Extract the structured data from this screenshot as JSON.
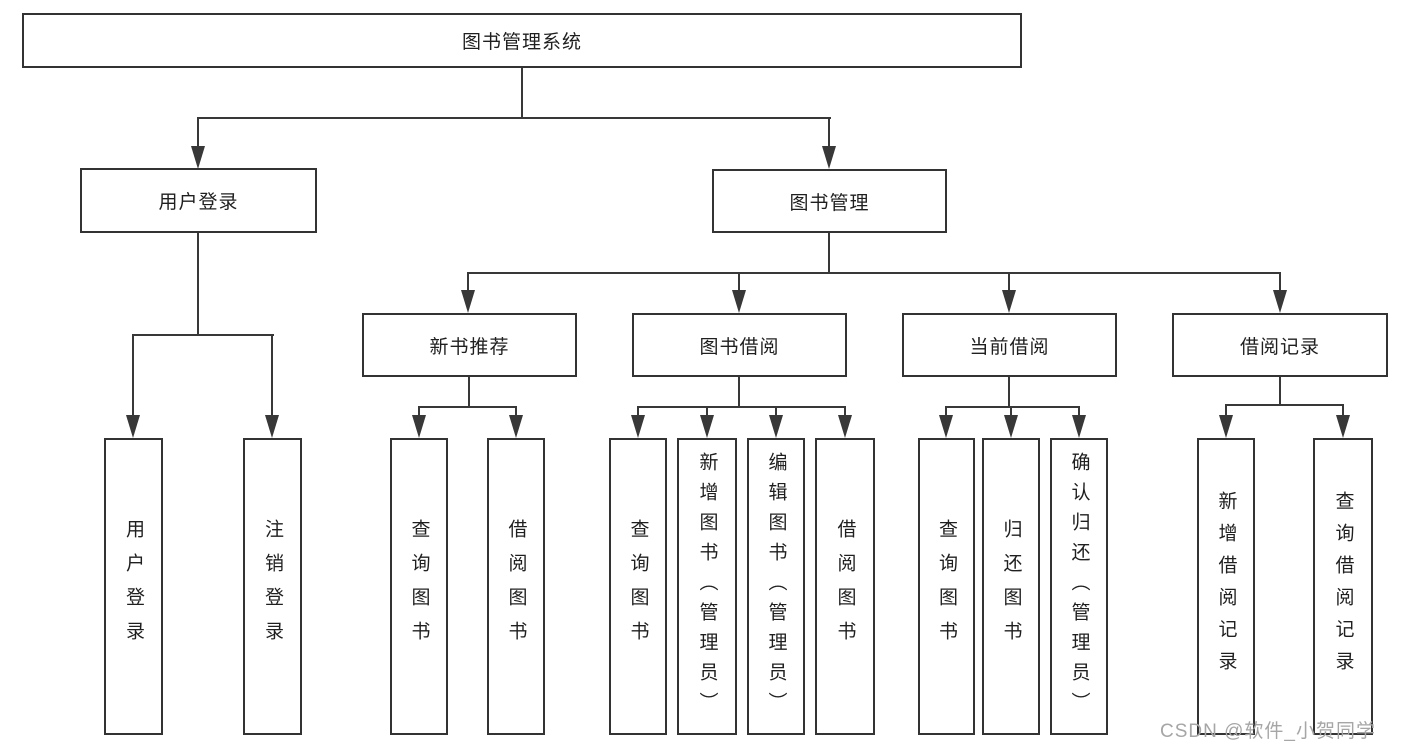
{
  "diagram": {
    "root": {
      "label": "图书管理系统"
    },
    "level2": [
      {
        "id": "user-login",
        "label": "用户登录"
      },
      {
        "id": "book-management",
        "label": "图书管理"
      }
    ],
    "level3": [
      {
        "id": "new-book-recommend",
        "label": "新书推荐",
        "parent": "图书管理"
      },
      {
        "id": "book-borrow",
        "label": "图书借阅",
        "parent": "图书管理"
      },
      {
        "id": "current-borrow",
        "label": "当前借阅",
        "parent": "图书管理"
      },
      {
        "id": "borrow-records",
        "label": "借阅记录",
        "parent": "图书管理"
      }
    ],
    "leaves": [
      {
        "label": "用户登录",
        "parent": "用户登录"
      },
      {
        "label": "注销登录",
        "parent": "用户登录"
      },
      {
        "label": "查询图书",
        "parent": "新书推荐"
      },
      {
        "label": "借阅图书",
        "parent": "新书推荐"
      },
      {
        "label": "查询图书",
        "parent": "图书借阅"
      },
      {
        "label": "新增图书（管理员）",
        "parent": "图书借阅"
      },
      {
        "label": "编辑图书（管理员）",
        "parent": "图书借阅"
      },
      {
        "label": "借阅图书",
        "parent": "图书借阅"
      },
      {
        "label": "查询图书",
        "parent": "当前借阅"
      },
      {
        "label": "归还图书",
        "parent": "当前借阅"
      },
      {
        "label": "确认归还（管理员）",
        "parent": "当前借阅"
      },
      {
        "label": "新增借阅记录",
        "parent": "借阅记录"
      },
      {
        "label": "查询借阅记录",
        "parent": "借阅记录"
      }
    ],
    "watermark": "CSDN @软件_小贺同学",
    "colors": {
      "line": "#383838",
      "border": "#333333",
      "text": "#1f1f1f",
      "watermark": "#a6a6a6",
      "background": "#ffffff"
    }
  }
}
